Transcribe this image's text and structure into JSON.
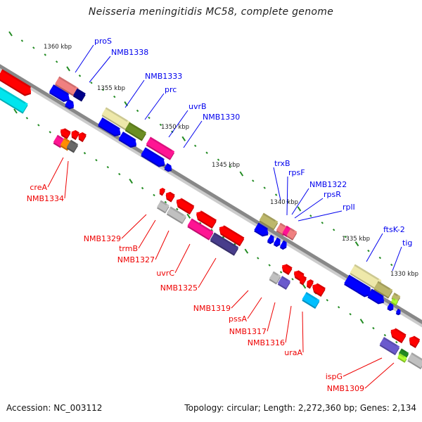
{
  "header": {
    "title": "Neisseria meningitidis MC58, complete genome"
  },
  "footer": {
    "accession": "Accession: NC_003112",
    "summary": "Topology: circular; Length: 2,272,360 bp; Genes: 2,134"
  },
  "colors": {
    "backbone": "#888888",
    "tick": "#228b22",
    "forward_label": "#0000ee",
    "reverse_label": "#ee0000"
  },
  "scale_labels": [
    "1360 kbp",
    "1355 kbp",
    "1350 kbp",
    "1345 kbp",
    "1340 kbp",
    "1335 kbp",
    "1330 kbp"
  ],
  "forward_labels": [
    "proS",
    "NMB1338",
    "NMB1333",
    "prc",
    "uvrB",
    "NMB1330",
    "trxB",
    "rpsF",
    "NMB1322",
    "rpsR",
    "rplI",
    "ftsK-2",
    "tig"
  ],
  "reverse_labels": [
    "creA",
    "NMB1334",
    "NMB1329",
    "trmB",
    "NMB1327",
    "uvrC",
    "NMB1325",
    "NMB1319",
    "pssA",
    "NMB1317",
    "NMB1316",
    "uraA",
    "ispG",
    "NMB1309"
  ]
}
